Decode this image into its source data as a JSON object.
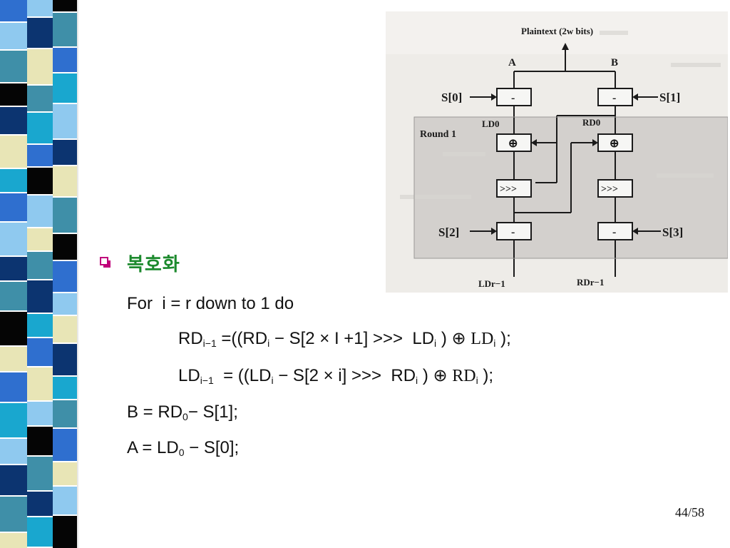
{
  "slide": {
    "heading": "복호화",
    "page": "44/58"
  },
  "pseudocode": {
    "for": "For  i = r down to 1 do",
    "rd_line": {
      "a": "RD",
      "a_sub": "i−1",
      "b": " =((RD",
      "b_sub": "i",
      "c": " − S[2 × I +1] >>>  LD",
      "c_sub": "i",
      "d": " ) ⊕ ",
      "e": "LD",
      "e_sub": "i",
      "f": " );"
    },
    "ld_line": {
      "a": "LD",
      "a_sub": "i−1",
      "b": "  = ((LD",
      "b_sub": "i",
      "c": " − S[2 × i] >>>  RD",
      "c_sub": "i",
      "d": " ) ⊕ ",
      "e": "RD",
      "e_sub": "i",
      "f": " );"
    },
    "b_line": {
      "a": "B = RD",
      "a_sub": "0",
      "b": "− S[1];"
    },
    "a_line": {
      "a": "A = LD",
      "a_sub": "0",
      "b": " − S[0];"
    }
  },
  "diagram": {
    "plaintext": "Plaintext (2w bits)",
    "label_a": "A",
    "label_b": "B",
    "s0": "S[0]",
    "s1": "S[1]",
    "s2": "S[2]",
    "s3": "S[3]",
    "minus": "-",
    "ld0": "LD0",
    "rd0": "RD0",
    "round": "Round 1",
    "xor": "⊕",
    "rot": ">>>",
    "ldr1": "LDr−1",
    "rdr1": "RDr−1"
  },
  "colors": {
    "heading": "#1d8a2e",
    "bullet": "#c0007a",
    "strip_navy": "#0c3470",
    "strip_blue": "#2f6fcf",
    "strip_teal": "#3f8fa8",
    "strip_light": "#8fc9ef",
    "strip_cream": "#e8e5b6",
    "strip_black": "#050505",
    "strip_cyan": "#19a7cf"
  }
}
